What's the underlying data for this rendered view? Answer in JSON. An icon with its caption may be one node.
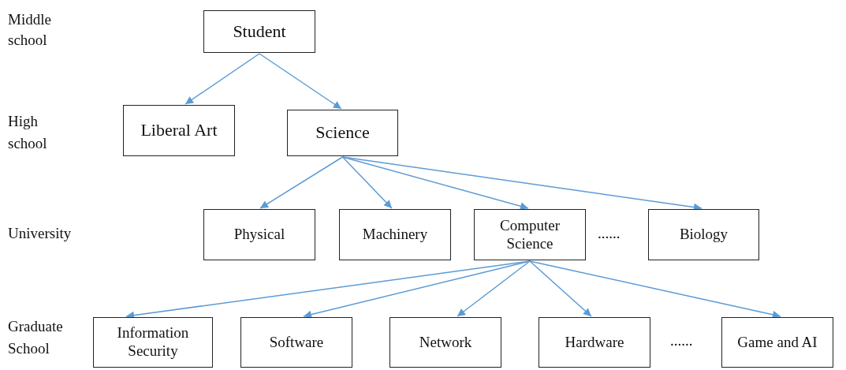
{
  "diagram": {
    "nodes": [
      {
        "text": [
          "Student"
        ]
      },
      {
        "text": [
          "Liberal Art"
        ]
      },
      {
        "text": [
          "Science"
        ]
      },
      {
        "text": [
          "Physical"
        ]
      },
      {
        "text": [
          "Machinery"
        ]
      },
      {
        "text": [
          "Computer Science"
        ]
      },
      {
        "text": [
          "Biology"
        ]
      },
      {
        "text": [
          "Information Security"
        ]
      },
      {
        "text": [
          "Software"
        ]
      },
      {
        "text": [
          "Network"
        ]
      },
      {
        "text": [
          "Hardware"
        ]
      },
      {
        "text": [
          "Game and AI"
        ]
      }
    ],
    "edges": [
      {
        "from": 0,
        "to": 1,
        "arrow": "to"
      },
      {
        "from": 0,
        "to": 2,
        "arrow": "to"
      },
      {
        "from": 2,
        "to": 3,
        "arrow": "to"
      },
      {
        "from": 2,
        "to": 4,
        "arrow": "to"
      },
      {
        "from": 2,
        "to": 5,
        "arrow": "to"
      },
      {
        "from": 2,
        "to": 6,
        "arrow": "to"
      },
      {
        "from": 5,
        "to": 7,
        "arrow": "to"
      },
      {
        "from": 5,
        "to": 8,
        "arrow": "to"
      },
      {
        "from": 5,
        "to": 9,
        "arrow": "to"
      },
      {
        "from": 5,
        "to": 10,
        "arrow": "to"
      },
      {
        "from": 5,
        "to": 11,
        "arrow": "to"
      }
    ],
    "labels": [
      "Middle school",
      "High school",
      "University",
      "......",
      "Graduate School",
      "......"
    ]
  }
}
